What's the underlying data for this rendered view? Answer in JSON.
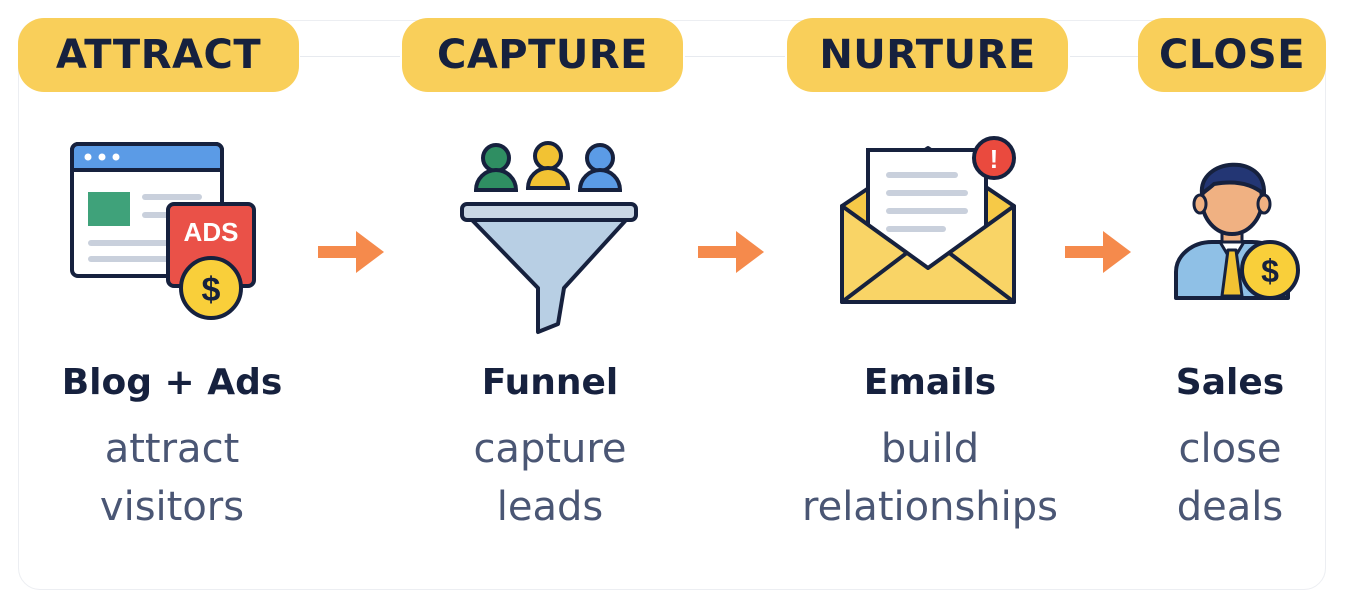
{
  "colors": {
    "pill": "#f9cf5a",
    "heading_text": "#16213e",
    "description_text": "#4a5674",
    "arrow": "#f58a4c"
  },
  "stages": [
    {
      "label": "ATTRACT",
      "icon": "browser-ads-icon",
      "title": "Blog + Ads",
      "description_lines": [
        "attract",
        "visitors"
      ],
      "badge_text": "ADS"
    },
    {
      "label": "CAPTURE",
      "icon": "funnel-icon",
      "title": "Funnel",
      "description_lines": [
        "capture",
        "leads"
      ]
    },
    {
      "label": "NURTURE",
      "icon": "email-icon",
      "title": "Emails",
      "description_lines": [
        "build",
        "relationships"
      ],
      "badge_text": "!"
    },
    {
      "label": "CLOSE",
      "icon": "salesperson-icon",
      "title": "Sales",
      "description_lines": [
        "close",
        "deals"
      ]
    }
  ]
}
